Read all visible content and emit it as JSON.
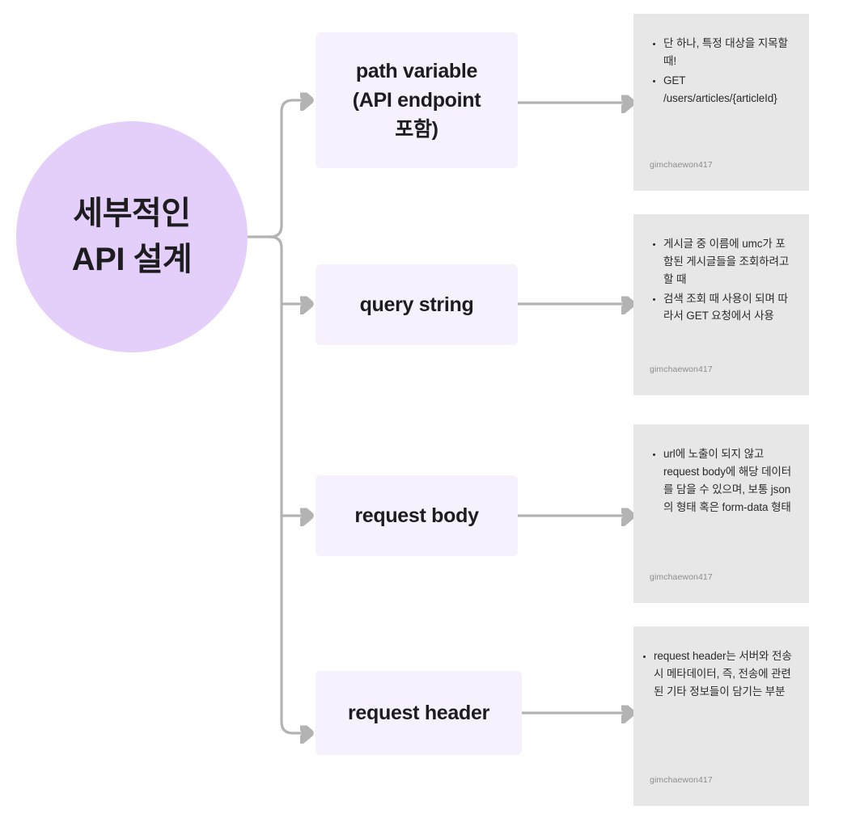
{
  "diagram": {
    "title_node": {
      "name": "세부적인 API 설계",
      "lines": [
        "세부적인",
        "API 설계"
      ],
      "color": "#e3cffa"
    },
    "node_color": "#f7f1fd",
    "note_color": "#e7e7e7",
    "connector_color": "#b3b3b3",
    "branches": [
      {
        "node_label": "path variable (API endpoint 포함)",
        "node_lines": [
          "path variable",
          "(API endpoint",
          "포함)"
        ],
        "note": {
          "bullets": [
            "단 하나, 특정 대상을 지목할 때!",
            "GET /users/articles/{articleId}"
          ],
          "author": "gimchaewon417"
        }
      },
      {
        "node_label": "query string",
        "node_lines": [
          "query string"
        ],
        "note": {
          "bullets": [
            "게시글 중 이름에 umc가 포함된 게시글들을 조회하려고 할 때",
            " 검색 조회 때 사용이 되며 따라서 GET 요청에서 사용"
          ],
          "author": "gimchaewon417"
        }
      },
      {
        "node_label": "request body",
        "node_lines": [
          "request body"
        ],
        "note": {
          "bullets": [
            "url에 노출이 되지 않고 request body에 해당 데이터를 담을 수 있으며, 보통 json의 형태 혹은 form-data 형태"
          ],
          "author": "gimchaewon417"
        }
      },
      {
        "node_label": "request header",
        "node_lines": [
          "request header"
        ],
        "note": {
          "bullets": [
            "request header는 서버와 전송 시 메타데이터, 즉, 전송에 관련된 기타 정보들이 담기는 부분"
          ],
          "author": "gimchaewon417"
        }
      }
    ]
  }
}
